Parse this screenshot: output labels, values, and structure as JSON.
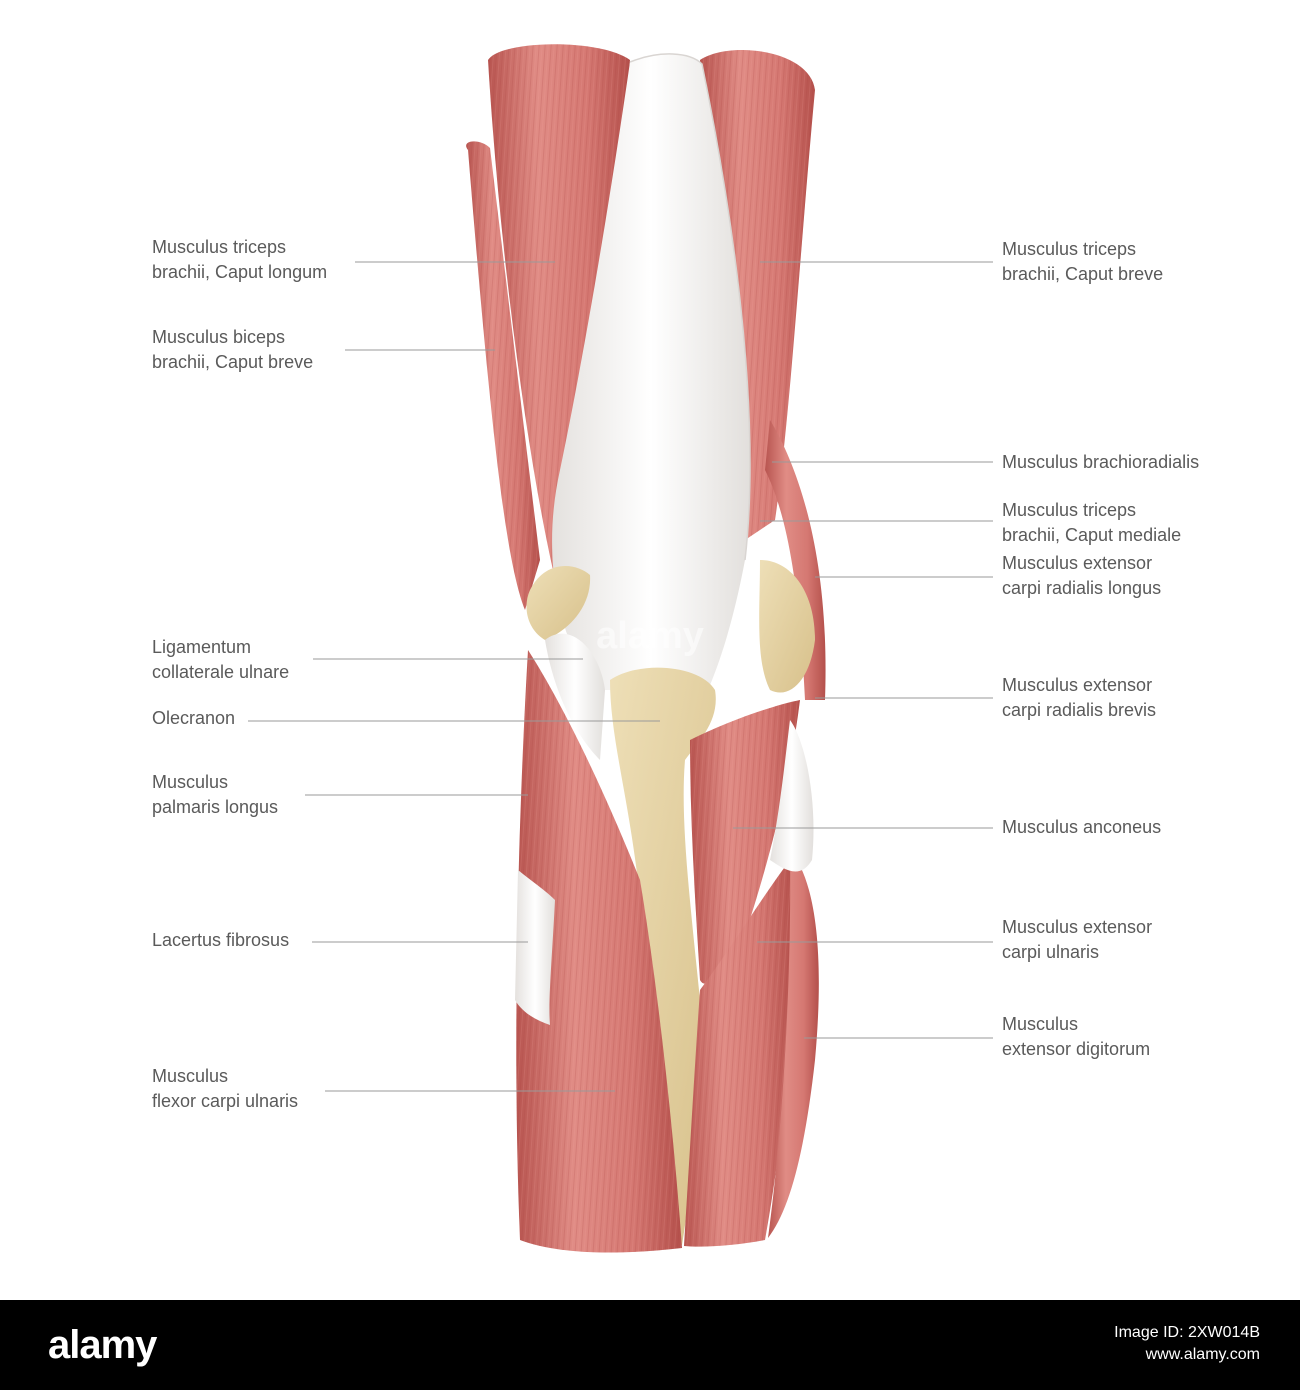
{
  "labels": {
    "triceps_longum": [
      "Musculus triceps",
      "brachii, Caput longum"
    ],
    "biceps_breve": [
      "Musculus biceps",
      "brachii, Caput breve"
    ],
    "triceps_breve": [
      "Musculus triceps",
      "brachii, Caput breve"
    ],
    "brachioradialis": [
      "Musculus brachioradialis"
    ],
    "triceps_mediale": [
      "Musculus triceps",
      "brachii, Caput mediale"
    ],
    "ecr_longus": [
      "Musculus extensor",
      "carpi radialis longus"
    ],
    "ligamentum": [
      "Ligamentum",
      "collaterale ulnare"
    ],
    "olecranon": [
      "Olecranon"
    ],
    "palmaris": [
      "Musculus",
      "palmaris longus"
    ],
    "ecr_brevis": [
      "Musculus extensor",
      "carpi radialis brevis"
    ],
    "anconeus": [
      "Musculus anconeus"
    ],
    "lacertus": [
      "Lacertus fibrosus"
    ],
    "ecu": [
      "Musculus extensor",
      "carpi ulnaris"
    ],
    "ext_digitorum": [
      "Musculus",
      "extensor digitorum"
    ],
    "fcu": [
      "Musculus",
      "flexor carpi ulnaris"
    ]
  },
  "watermark": "alamy",
  "stock_bar": {
    "logo": "alamy",
    "image_id": "Image ID: 2XW014B",
    "url": "www.alamy.com"
  },
  "colors": {
    "muscle": "#d98079",
    "muscle_dark": "#c25f5a",
    "tendon": "#f3f1ef",
    "bone": "#e6d3a3",
    "leader_line": "#9a9a9a",
    "label_text": "#5a5a5a"
  }
}
